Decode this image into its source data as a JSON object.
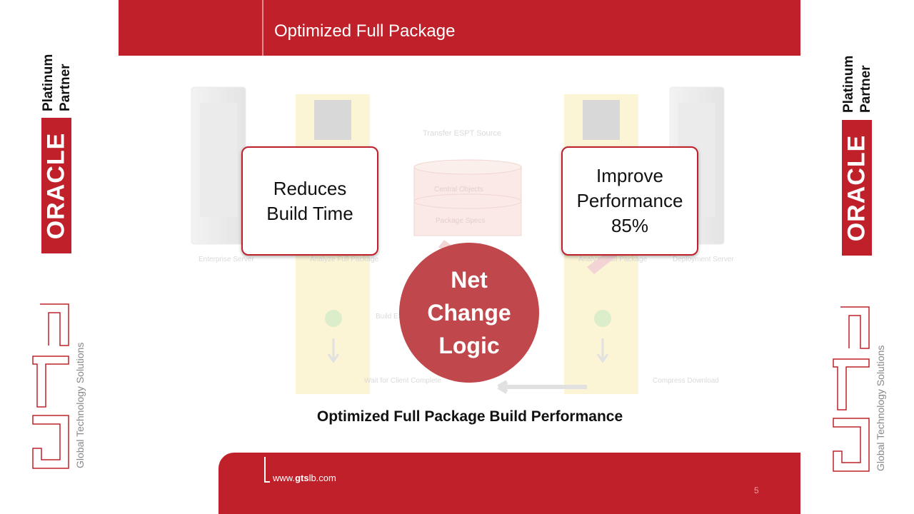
{
  "slide": {
    "title": "Optimized Full Package",
    "callout_left": "Reduces Build Time",
    "callout_right": "Improve Performance 85%",
    "circle_text": "Net Change Logic",
    "caption": "Optimized Full Package Build Performance",
    "page_number": "5"
  },
  "footer": {
    "url_prefix": "www.",
    "url_bold": "gts",
    "url_suffix": "lb.com"
  },
  "branding": {
    "oracle": "ORACLE",
    "partner": "Platinum Partner",
    "partner_line1": "Platinum",
    "partner_line2": "Partner",
    "gts_tagline": "Global Technology Solutions"
  },
  "diagram_labels": {
    "transfer": "Transfer ESPT Source",
    "central_objects": "Central Objects",
    "package_specs": "Package Specs",
    "enterprise_server": "Enterprise Server",
    "analyze_package": "Analyze Full Package",
    "build": "Build ESPT",
    "wait_client": "Wait for Client Complete",
    "compress": "Compress Download",
    "deployment_server": "Deployment Server"
  },
  "colors": {
    "brand_red": "#c0202a",
    "circle_red": "#c0474b"
  }
}
